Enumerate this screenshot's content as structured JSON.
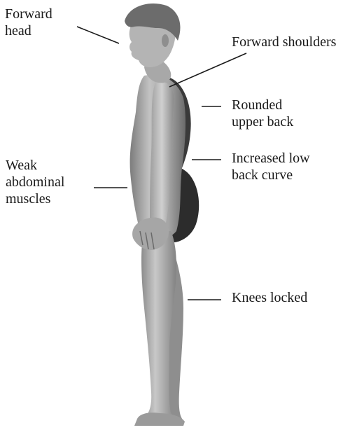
{
  "diagram": {
    "labels": {
      "forward_head": [
        "Forward",
        "head"
      ],
      "forward_shoulders": [
        "Forward shoulders"
      ],
      "rounded_upper_back": [
        "Rounded",
        "upper back"
      ],
      "increased_low_back_curve": [
        "Increased low",
        "back curve"
      ],
      "weak_abdominal_muscles": [
        "Weak",
        "abdominal",
        "muscles"
      ],
      "knees_locked": [
        "Knees locked"
      ]
    },
    "colors": {
      "body": "#9a9a9a",
      "body_light": "#c6c6c6",
      "body_dark": "#2e2e2e",
      "hair": "#6e6e6e",
      "leader_line": "#1a1a1a",
      "text": "#1a1a1a"
    }
  }
}
